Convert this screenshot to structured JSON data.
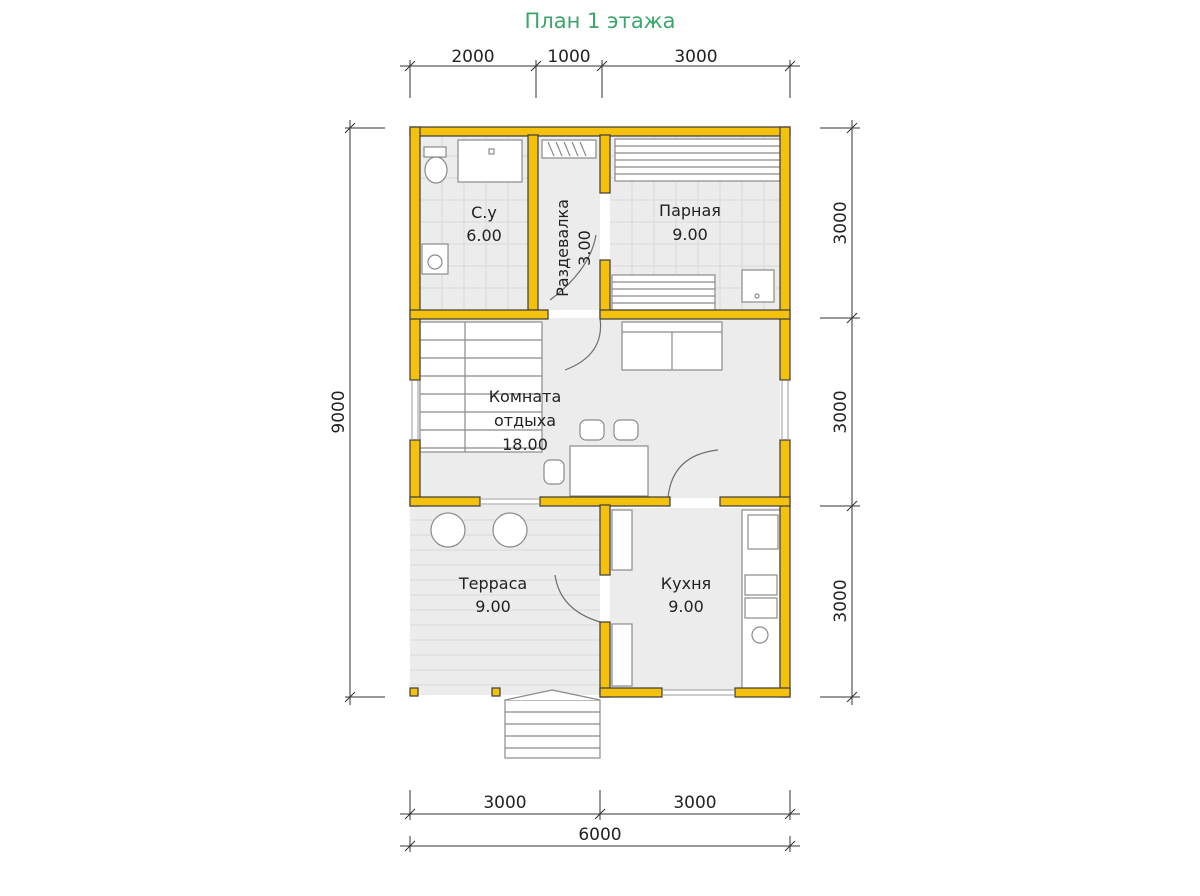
{
  "title": "План 1 этажа",
  "colors": {
    "title": "#3aa66a",
    "wall": "#f4c20d",
    "wall_stroke": "#3a3a3a",
    "floor": "#ececec",
    "grid": "#d8d8d8",
    "dim_line": "#333333"
  },
  "dimensions": {
    "top": [
      "2000",
      "1000",
      "3000"
    ],
    "right": [
      "3000",
      "3000",
      "3000"
    ],
    "left": "9000",
    "bottom": [
      "3000",
      "3000"
    ],
    "bottom_total": "6000"
  },
  "rooms": {
    "bathroom": {
      "name": "С.у",
      "area": "6.00"
    },
    "dressing": {
      "name": "Раздевалка",
      "area": "3.00"
    },
    "steam": {
      "name": "Парная",
      "area": "9.00"
    },
    "rest": {
      "name_1": "Комната",
      "name_2": "отдыха",
      "area": "18.00"
    },
    "terrace": {
      "name": "Терраса",
      "area": "9.00"
    },
    "kitchen": {
      "name": "Кухня",
      "area": "9.00"
    }
  }
}
